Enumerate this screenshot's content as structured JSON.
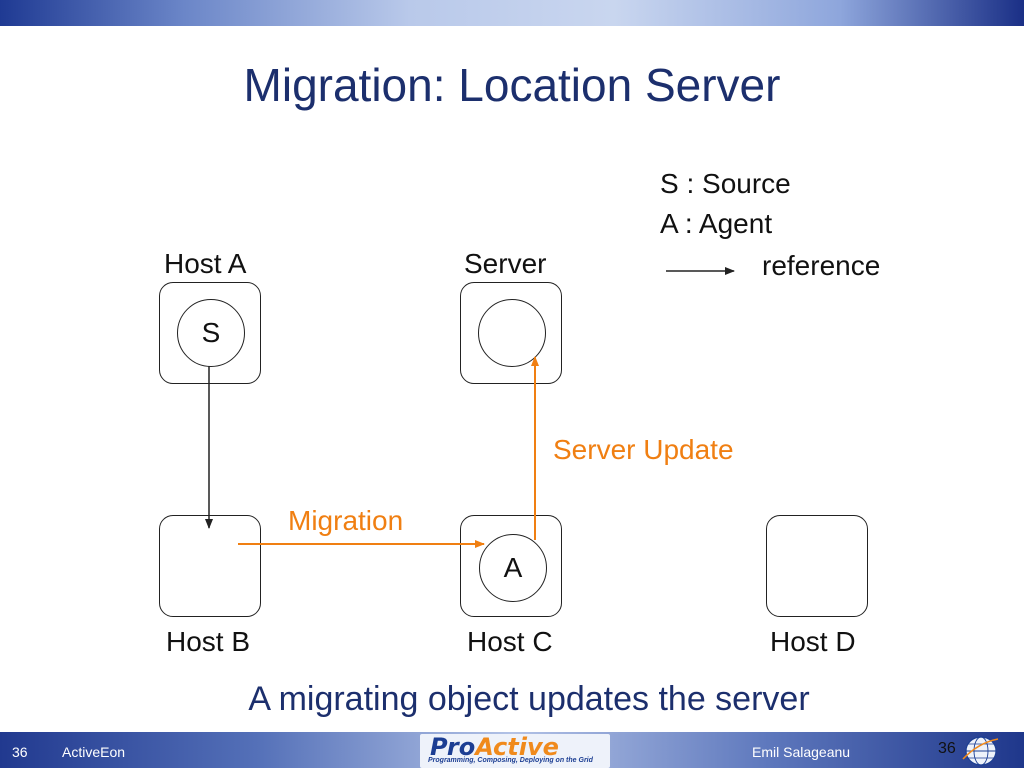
{
  "title": "Migration: Location Server",
  "legend": {
    "source": "S : Source",
    "agent": "A : Agent",
    "reference": "reference"
  },
  "hosts": {
    "host_a": "Host A",
    "server": "Server",
    "host_b": "Host B",
    "host_c": "Host C",
    "host_d": "Host D"
  },
  "nodes": {
    "source": "S",
    "agent": "A"
  },
  "labels": {
    "migration": "Migration",
    "server_update": "Server Update"
  },
  "caption": "A migrating object updates the server",
  "colors": {
    "title": "#1c2f6d",
    "orange": "#f07f12",
    "line": "#222222"
  },
  "footer": {
    "page_number": "36",
    "company": "ActiveEon",
    "logo_pro": "Pro",
    "logo_active": "Active",
    "logo_tagline": "Programming, Composing, Deploying on the Grid",
    "author": "Emil Salageanu",
    "page_number_right": "36"
  }
}
